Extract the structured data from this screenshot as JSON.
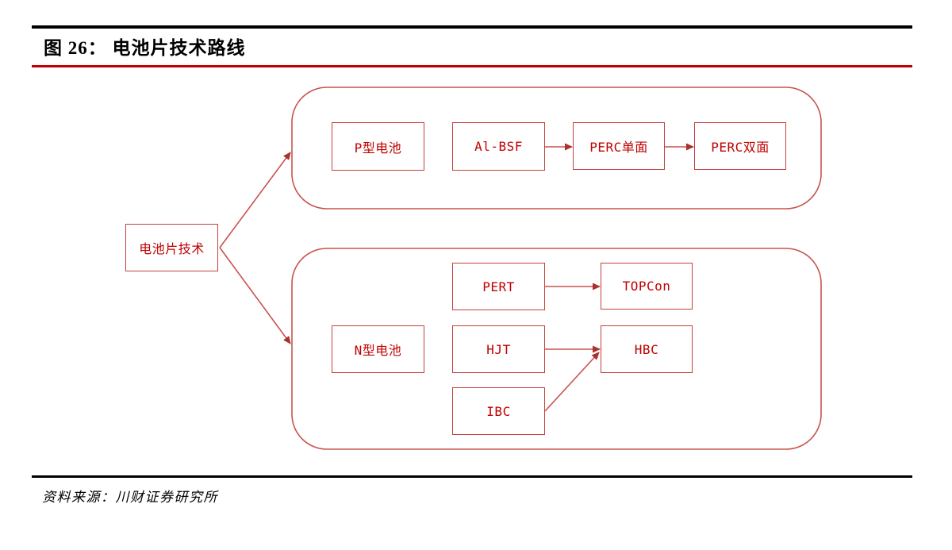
{
  "figure": {
    "title": "图 26： 电池片技术路线",
    "source": "资料来源：川财证券研究所"
  },
  "colors": {
    "top_rule": "#000000",
    "title_underline": "#c00000",
    "node_border": "#c4403c",
    "node_text": "#c00000",
    "connector_stroke": "#c9534f",
    "arrowhead_fill": "#a8322e"
  },
  "diagram": {
    "nodes": {
      "root": "电池片技术",
      "p_type": "P型电池",
      "al_bsf": "Al-BSF",
      "perc_single": "PERC单面",
      "perc_double": "PERC双面",
      "pert": "PERT",
      "topcon": "TOPCon",
      "n_type": "N型电池",
      "hjt": "HJT",
      "hbc": "HBC",
      "ibc": "IBC"
    },
    "groups": {
      "p_group": {
        "contains": [
          "p_type",
          "al_bsf",
          "perc_single",
          "perc_double"
        ]
      },
      "n_group": {
        "contains": [
          "n_type",
          "pert",
          "topcon",
          "hjt",
          "hbc",
          "ibc"
        ]
      }
    },
    "edges": [
      {
        "from": "root",
        "to": "p_group"
      },
      {
        "from": "root",
        "to": "n_group"
      },
      {
        "from": "al_bsf",
        "to": "perc_single"
      },
      {
        "from": "perc_single",
        "to": "perc_double"
      },
      {
        "from": "pert",
        "to": "topcon"
      },
      {
        "from": "hjt",
        "to": "hbc"
      },
      {
        "from": "ibc",
        "to": "hbc"
      }
    ]
  }
}
